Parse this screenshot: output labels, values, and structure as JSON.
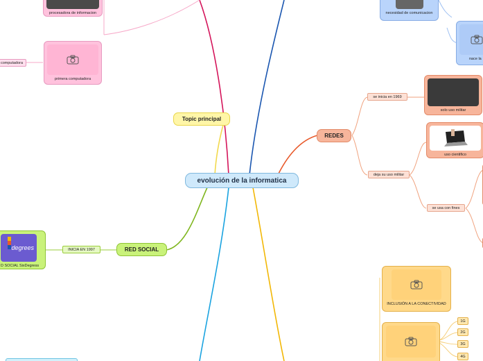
{
  "central": "evolución de la informatica",
  "topics": {
    "topic_principal": "Topic principal",
    "redes": "REDES",
    "red_social": "RED SOCIAL"
  },
  "labels": {
    "se_inicia": "se inicia en 1969",
    "deja_militar": "deja su uso militar",
    "se_usa_fines": "se usa con fines",
    "inicia_1997": "INICIA EN 1997",
    "computadora_partial": "computadora"
  },
  "cards": {
    "procesadora": "procesadora de informacion",
    "primera_computadora": "primera computadora",
    "necesidad": "necesidad de comunicacion",
    "nace_la": "nace la",
    "solo_militar": "solo uso militar",
    "uso_cientifico": "uso cientifico",
    "sixdegrees_caption": "D SOCIAL SixDegress",
    "sixdegrees_logo": "degrees",
    "inclusion": "INCLUSIÓN A LA CONECTIVIDAD"
  },
  "generations": [
    "1G",
    "2G",
    "3G",
    "4G"
  ],
  "colors": {
    "central_fill": "#cfe9fb",
    "topic_yellow": "#fff6a8",
    "redes_salmon": "#f7b59b",
    "red_social_green": "#c9f27a",
    "pink": "#ffc2dd",
    "blue": "#b9d4fb",
    "orange_card": "#ffd98a",
    "link_magenta": "#d4145a",
    "link_blue": "#1a56b0",
    "link_orange": "#f2b705",
    "link_red": "#e8592a",
    "link_green": "#7fb61e",
    "link_cyan": "#1aa3e0"
  }
}
